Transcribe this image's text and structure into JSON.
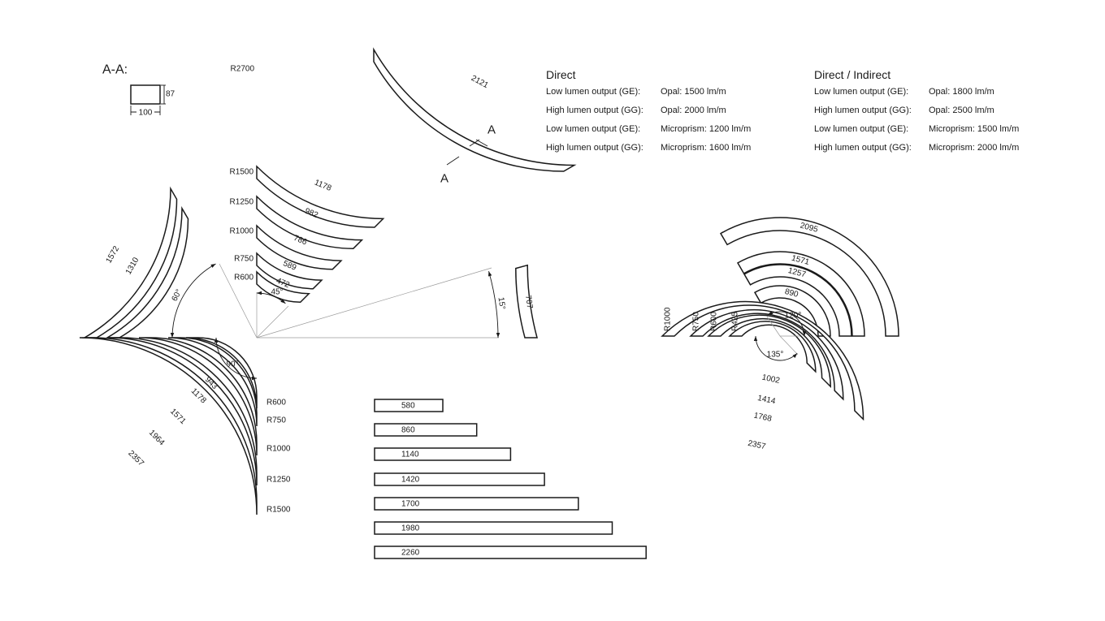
{
  "section": {
    "title": "A-A:",
    "height": "87",
    "width": "100",
    "cut_mark": "A"
  },
  "arc_top": {
    "radius": "R2700",
    "length": "2121"
  },
  "arcs_45": [
    {
      "radius": "R1500",
      "length": "1178"
    },
    {
      "radius": "R1250",
      "length": "982"
    },
    {
      "radius": "R1000",
      "length": "786"
    },
    {
      "radius": "R750",
      "length": "589"
    },
    {
      "radius": "R600",
      "length": "472"
    }
  ],
  "arcs_60": [
    "1572",
    "1310"
  ],
  "arcs_90": [
    {
      "radius": "R600",
      "length": "943"
    },
    {
      "radius": "R750",
      "length": "1178"
    },
    {
      "radius": "R1000",
      "length": "1571"
    },
    {
      "radius": "R1250",
      "length": "1964"
    },
    {
      "radius": "R1500",
      "length": "2357"
    }
  ],
  "arc_15": {
    "length": "707"
  },
  "angles": {
    "a60": "60°",
    "a45": "45°",
    "a90": "90°",
    "a15": "15°",
    "a120": "120°",
    "a135": "135°"
  },
  "arcs_120": [
    "2095",
    "1571",
    "1257",
    "890"
  ],
  "arcs_135": [
    "1002",
    "1414",
    "1768",
    "2357"
  ],
  "radii_right": [
    "R1000",
    "R750",
    "R600",
    "R425"
  ],
  "straight": [
    "580",
    "860",
    "1140",
    "1420",
    "1700",
    "1980",
    "2260"
  ],
  "direct": {
    "title": "Direct",
    "rows": [
      {
        "label": "Low lumen output (GE):",
        "value": "Opal: 1500 lm/m"
      },
      {
        "label": "High lumen output (GG):",
        "value": "Opal: 2000 lm/m"
      },
      {
        "label": "Low lumen output (GE):",
        "value": "Microprism: 1200 lm/m"
      },
      {
        "label": "High lumen output (GG):",
        "value": "Microprism: 1600 lm/m"
      }
    ]
  },
  "direct_indirect": {
    "title": "Direct / Indirect",
    "rows": [
      {
        "label": "Low lumen output (GE):",
        "value": "Opal: 1800 lm/m"
      },
      {
        "label": "High lumen output (GG):",
        "value": "Opal: 2500 lm/m"
      },
      {
        "label": "Low lumen output (GE):",
        "value": "Microprism: 1500 lm/m"
      },
      {
        "label": "High lumen output (GG):",
        "value": "Microprism: 2000 lm/m"
      }
    ]
  }
}
